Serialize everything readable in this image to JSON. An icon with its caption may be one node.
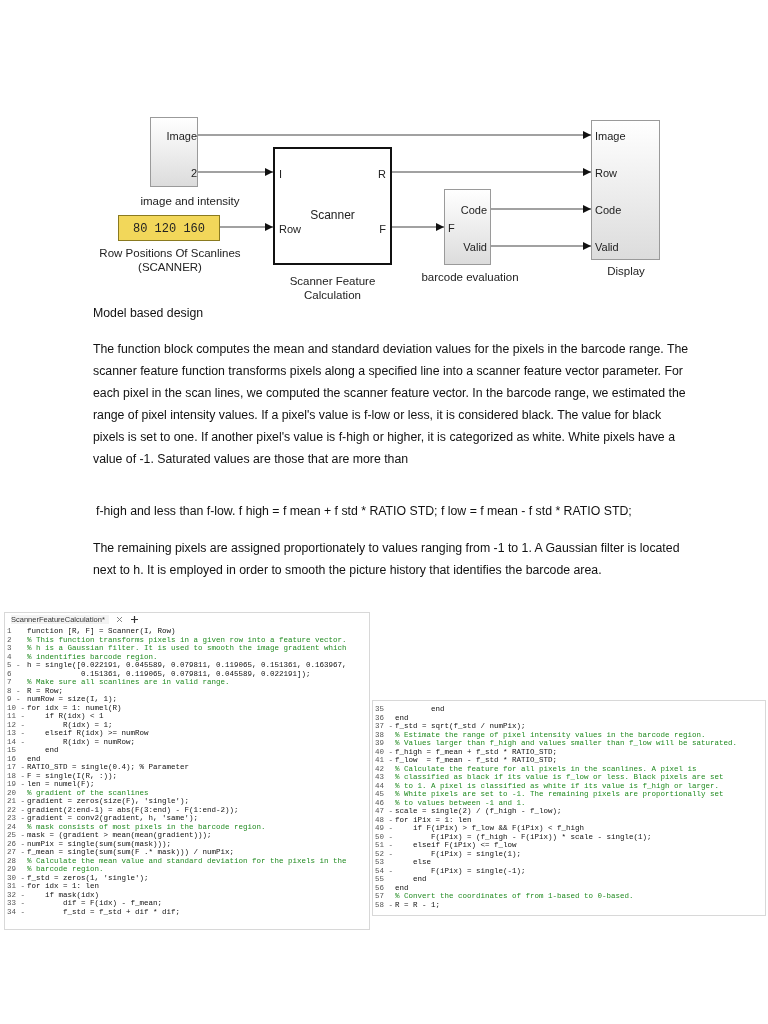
{
  "diagram": {
    "nodes": [
      {
        "text": [
          "Image",
          "2"
        ],
        "beside": [
          "image and intensity"
        ]
      },
      {
        "text": [
          "80 120 160"
        ],
        "beside": [
          "Row Positions Of Scanlines (SCANNER)"
        ]
      },
      {
        "text": [
          "I",
          "Row",
          "Scanner",
          "R",
          "F"
        ],
        "beside": [
          "Scanner Feature Calculation"
        ]
      },
      {
        "text": [
          "F",
          "Code",
          "Valid"
        ],
        "beside": [
          "barcode evaluation"
        ]
      },
      {
        "text": [
          "Image",
          "Row",
          "Code",
          "Valid"
        ],
        "beside": [
          "Display"
        ]
      }
    ],
    "edges": [
      {
        "from": 0,
        "to": 4,
        "arrow": "to"
      },
      {
        "from": 0,
        "to": 2,
        "arrow": "to"
      },
      {
        "from": 1,
        "to": 2,
        "arrow": "to"
      },
      {
        "from": 2,
        "to": 4,
        "arrow": "to"
      },
      {
        "from": 2,
        "to": 3,
        "arrow": "to"
      },
      {
        "from": 3,
        "to": 4,
        "arrow": "to"
      },
      {
        "from": 3,
        "to": 4,
        "arrow": "to"
      }
    ],
    "labels": [
      "Model based design",
      "The function block computes the mean and standard deviation values for the pixels in the barcode range. The scanner feature function transforms pixels along a specified line into a scanner feature vector parameter. For each pixel in the scan lines, we computed the scanner feature vector. In the barcode range, we estimated the range of pixel intensity values. If a pixel's value is f-low or less, it is considered black. The value for black pixels is set to one. If another pixel's value is f-high or higher, it is categorized as white. White pixels have a value of -1. Saturated values are those that are more than",
      "f-high and less than f-low. f high = f mean + f std * RATIO STD; f low = f mean - f std * RATIO STD;",
      "The remaining pixels are assigned proportionately to values ranging from -1 to 1. A Gaussian filter is located next to h. It is employed in order to smooth the picture history that identifies the barcode area.",
      "ScannerFeatureCalculation*",
      "1",
      "function [R, F] = Scanner(I, Row)",
      "2",
      "% This function transforms pixels in a given row into a feature vector.",
      "3",
      "% h is a Gaussian filter. It is used to smooth the image gradient which",
      "4",
      "% indentifies barcode region.",
      "5 -",
      "h = single([0.022191, 0.045589, 0.079811, 0.119065, 0.151361, 0.163967,",
      "6",
      "            0.151361, 0.119065, 0.079811, 0.045589, 0.022191]);",
      "7",
      "% Make sure all scanlines are in valid range.",
      "8 -",
      "R = Row;",
      "9 -",
      "numRow = size(I, 1);",
      "10 -",
      "for idx = 1: numel(R)",
      "11 -",
      "    if R(idx) < 1",
      "12 -",
      "        R(idx) = 1;",
      "13 -",
      "    elseif R(idx) >= numRow",
      "14 -",
      "        R(idx) = numRow;",
      "15",
      "    end",
      "16",
      "end",
      "17 -",
      "RATIO_STD = single(0.4); % Parameter",
      "18 -",
      "F = single(I(R, :));",
      "19 -",
      "len = numel(F);",
      "20",
      "% gradient of the scanlines",
      "21 -",
      "gradient = zeros(size(F), 'single');",
      "22 -",
      "gradient(2:end-1) = abs(F(3:end) - F(1:end-2));",
      "23 -",
      "gradient = conv2(gradient, h, 'same');",
      "24",
      "% mask consists of most pixels in the barcode region.",
      "25 -",
      "mask = (gradient > mean(mean(gradient)));",
      "26 -",
      "numPix = single(sum(sum(mask)));",
      "27 -",
      "f_mean = single(sum(sum(F .* mask))) / numPix;",
      "28",
      "% Calculate the mean value and standard deviation for the pixels in the",
      "29",
      "% barcode region.",
      "30 -",
      "f_std = zeros(1, 'single');",
      "31 -",
      "for idx = 1: len",
      "32 -",
      "    if mask(idx)",
      "33 -",
      "        dif = F(idx) - f_mean;",
      "34 -",
      "        f_std = f_std + dif * dif;",
      "35",
      "        end",
      "36",
      "end",
      "37 -",
      "f_std = sqrt(f_std / numPix);",
      "38",
      "% Estimate the range of pixel intensity values in the barcode region.",
      "39",
      "% Values larger than f_high and values smaller than f_low will be saturated.",
      "40 -",
      "f_high = f_mean + f_std * RATIO_STD;",
      "41 -",
      "f_low  = f_mean - f_std * RATIO_STD;",
      "42",
      "% Calculate the feature for all pixels in the scanlines. A pixel is",
      "43",
      "% classified as black if its value is f_low or less. Black pixels are set",
      "44",
      "% to 1. A pixel is classified as white if its value is f_high or larger.",
      "45",
      "% White pixels are set to -1. The remaining pixels are proportionally set",
      "46",
      "% to values between -1 and 1.",
      "47 -",
      "scale = single(2) / (f_high - f_low);",
      "48 -",
      "for iPix = 1: len",
      "49 -",
      "    if F(iPix) > f_low && F(iPix) < f_high",
      "50 -",
      "        F(iPix) = (f_high - F(iPix)) * scale - single(1);",
      "51 -",
      "    elseif F(iPix) <= f_low",
      "52 -",
      "        F(iPix) = single(1);",
      "53",
      "    else",
      "54 -",
      "        F(iPix) = single(-1);",
      "55",
      "    end",
      "56",
      "end",
      "57",
      "% Convert the coordinates of from 1-based to 0-based.",
      "58 -",
      "R = R - 1;"
    ]
  }
}
